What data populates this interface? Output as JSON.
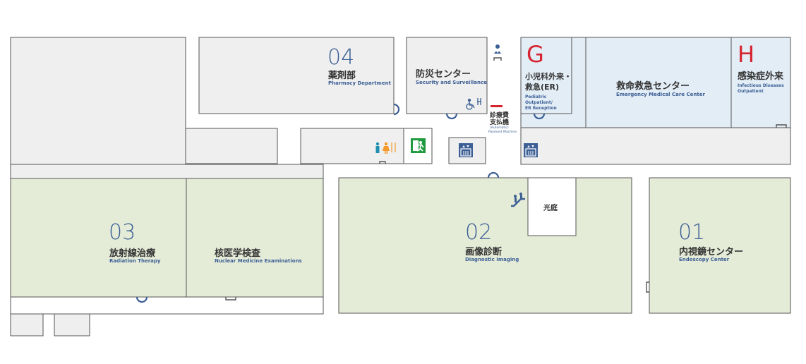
{
  "map": {
    "areas": [
      {
        "id": "01",
        "name_ja": "内視鏡センター",
        "name_en": "Endoscopy Center"
      },
      {
        "id": "02",
        "name_ja": "画像診断",
        "name_en": "Diagnostic Imaging"
      },
      {
        "id": "03",
        "name_ja": "放射線治療",
        "name_en": "Radiation Therapy"
      },
      {
        "id": "04",
        "name_ja": "薬剤部",
        "name_en": "Pharmacy Department"
      }
    ],
    "nuclear_medicine": {
      "name_ja": "核医学検査",
      "name_en": "Nuclear Medicine Examinations"
    },
    "security": {
      "name_ja": "防災センター",
      "name_en": "Security and Surveillance"
    },
    "emergency": {
      "name_ja": "救命救急センター",
      "name_en": "Emergency Medical Care Center"
    },
    "pediatric": {
      "letter": "G",
      "name_ja_line1": "小児科外来・",
      "name_ja_line2": "救急(ER)",
      "name_en_line1": "Pediatric",
      "name_en_line2": "Outpatient/",
      "name_en_line3": "ER Reception"
    },
    "infectious": {
      "letter": "H",
      "name_ja": "感染症外来",
      "name_en_line1": "Infectious Diseases",
      "name_en_line2": "Outpatient"
    },
    "payment_machine": {
      "name_ja_line1": "診療費",
      "name_ja_line2": "支払機",
      "name_en_line1": "(Automatic)",
      "name_en_line2": "Payment Machine"
    },
    "light_court": {
      "name_ja": "光庭"
    },
    "colors": {
      "clinical_area": "#e4ebd7",
      "emergency_area": "#e3edf6",
      "general_area": "#efefef",
      "accent_letter": "#d6242f",
      "text_blue": "#3c5f95",
      "restroom_orange": "#f39a2b",
      "restroom_teal": "#1e8fb0",
      "exit_green": "#1f9a3f"
    },
    "icons": [
      "info-person-icon",
      "accessible-restroom-icon",
      "restroom-icon",
      "emergency-exit-icon",
      "elevator-icon",
      "escalator-icon"
    ]
  }
}
